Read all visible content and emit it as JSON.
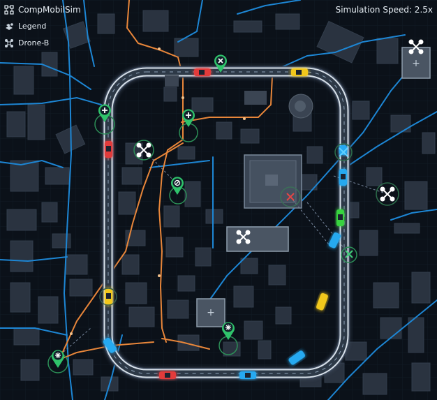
{
  "app": {
    "title": "CompMobilSim"
  },
  "legend": {
    "label": "Legend",
    "drone_label": "Drone-B"
  },
  "status": {
    "speed_label": "Simulation Speed: 2.5x"
  },
  "colors": {
    "background": "#0b1119",
    "building": "#2b3441",
    "road_blue": "#1f8ad8",
    "road_orange": "#e8863a",
    "track": "#cfd8e3",
    "marker_green": "#2fc36b",
    "drone_white": "#ffffff",
    "alert_red": "#e24646",
    "car_red": "#e23b3b",
    "car_yellow": "#f2c81d",
    "car_blue": "#25a9f0",
    "car_green": "#39d33f"
  },
  "icons": {
    "app": "network-grid-icon",
    "legend": "layers-icon",
    "drone": "drone-icon",
    "markers": [
      "compass-marker-icon",
      "plus-marker-icon",
      "cross-marker-icon",
      "snowflake-marker-icon",
      "asterisk-marker-icon"
    ]
  }
}
